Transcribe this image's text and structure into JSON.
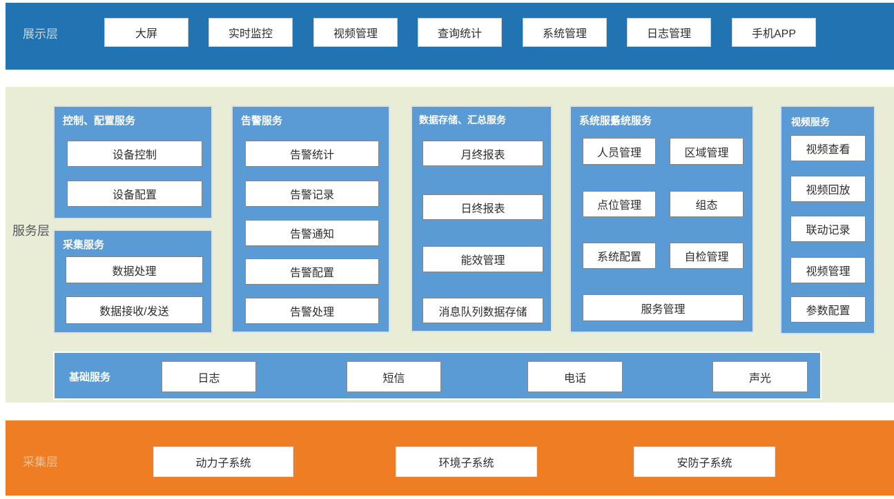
{
  "colors": {
    "display_band": "#2173B2",
    "service_band": "#E9EDD5",
    "collect_band": "#EE7D23",
    "group_blue": "#5B9BD5",
    "box_white": "#FFFFFF"
  },
  "display": {
    "label": "展示层",
    "items": [
      "大屏",
      "实时监控",
      "视频管理",
      "查询统计",
      "系统管理",
      "日志管理",
      "手机APP"
    ]
  },
  "service": {
    "label": "服务层",
    "groups": [
      {
        "title": "控制、配置服务",
        "items": [
          "设备控制",
          "设备配置"
        ]
      },
      {
        "title": "采集服务",
        "items": [
          "数据处理",
          "数据接收/发送"
        ]
      },
      {
        "title": "告警服务",
        "items": [
          "告警统计",
          "告警记录",
          "告警通知",
          "告警配置",
          "告警处理"
        ]
      },
      {
        "title": "数据存储、汇总服务",
        "items": [
          "月终报表",
          "日终报表",
          "能效管理",
          "消息队列数据存储"
        ]
      },
      {
        "title": "系统服务",
        "title_overlap": "系统服务",
        "items": [
          "人员管理",
          "区域管理",
          "点位管理",
          "组态",
          "系统配置",
          "自检管理",
          "服务管理"
        ]
      },
      {
        "title": "视频服务",
        "items": [
          "视频查看",
          "视频回放",
          "联动记录",
          "视频管理",
          "参数配置"
        ]
      }
    ],
    "base_bar": {
      "title": "基础服务",
      "items": [
        "日志",
        "短信",
        "电话",
        "声光"
      ]
    }
  },
  "collection": {
    "label": "采集层",
    "items": [
      "动力子系统",
      "环境子系统",
      "安防子系统"
    ]
  }
}
